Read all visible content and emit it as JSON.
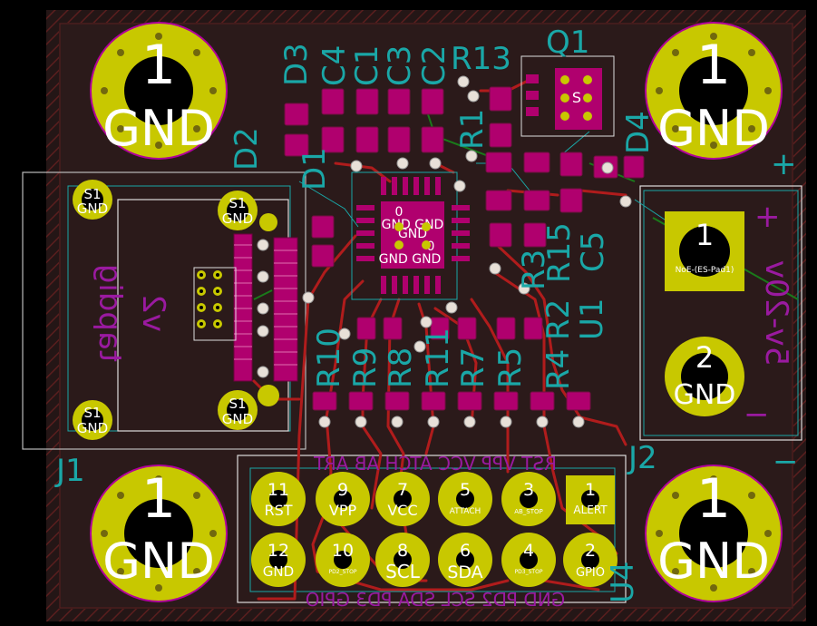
{
  "colors": {
    "background": "#000000",
    "board_fill": "#2a1a1a",
    "copper_pad": "#b0006e",
    "pad_ring": "#c8c800",
    "silk_cyan": "#1aa7a7",
    "silk_purple": "#9a1aa0",
    "silk_white": "#ffffff",
    "trace_red": "#b01c1c",
    "trace_green": "#1a6e1a",
    "outline": "#c8c8c8"
  },
  "mount_holes": {
    "number": "1",
    "net": "GND"
  },
  "pad2": {
    "number": "2",
    "net": "GND"
  },
  "pad1": {
    "number": "1",
    "label": "NoE-(ES-Pad1)"
  },
  "refs": {
    "d3": "D3",
    "c4": "C4",
    "c1": "C1",
    "c3": "C3",
    "c2": "C2",
    "r13": "R13",
    "q1": "Q1",
    "d4": "D4",
    "d2": "D2",
    "d1": "D1",
    "j1": "J1",
    "j2": "J2",
    "u4": "U4",
    "r15": "R15",
    "c5": "C5",
    "u1": "U1",
    "r1": "R1",
    "r7": "R7",
    "r5": "R5",
    "r8": "R8",
    "r11": "R11",
    "r4": "R4",
    "r2": "R2",
    "r3": "R3",
    "r9": "R9",
    "r10": "R10"
  },
  "power": {
    "plus": "+",
    "minus": "−",
    "voltage": "5v-20v"
  },
  "logo": {
    "line1": "tapdig",
    "line2": "v2"
  },
  "shield_pads": {
    "number": "S1",
    "net": "GND"
  },
  "chip_center": {
    "row1": "0",
    "row2": "GND GND",
    "row3": "GND",
    "row4": "0",
    "row5": "GND GND"
  },
  "q1_center": "S",
  "header_top_labels": "RST VPP VCC ATCH AB ART",
  "header_bottom_labels": "GND PD2 SCL SDA PD3 GPIO",
  "header_pins": [
    {
      "num": "11",
      "name": "RST"
    },
    {
      "num": "9",
      "name": "VPP"
    },
    {
      "num": "7",
      "name": "VCC"
    },
    {
      "num": "5",
      "name": "ATTACH"
    },
    {
      "num": "3",
      "name": "AB_STOP"
    },
    {
      "num": "1",
      "name": "ALERT"
    },
    {
      "num": "12",
      "name": "GND"
    },
    {
      "num": "10",
      "name": "PD2_STOP"
    },
    {
      "num": "8",
      "name": "SCL"
    },
    {
      "num": "6",
      "name": "SDA"
    },
    {
      "num": "4",
      "name": "PD3_STOP"
    },
    {
      "num": "2",
      "name": "GPIO"
    }
  ]
}
